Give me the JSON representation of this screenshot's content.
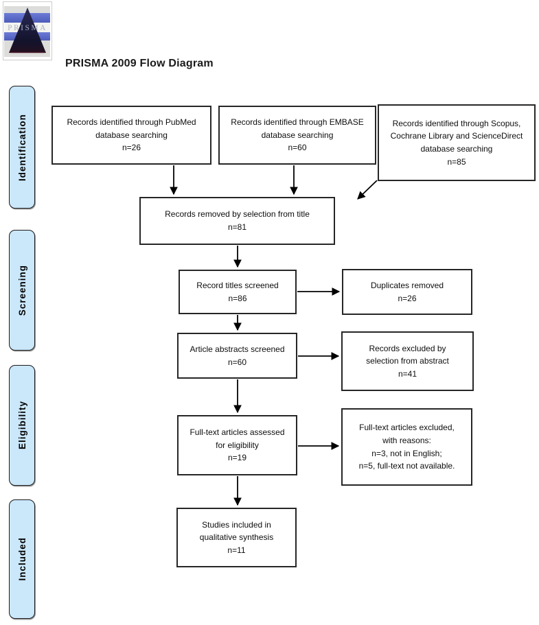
{
  "header": {
    "logo_label": "PRISMA",
    "title": "PRISMA 2009 Flow Diagram"
  },
  "sidebar": {
    "stages": [
      {
        "label": "Identification"
      },
      {
        "label": "Screening"
      },
      {
        "label": "Eligibility"
      },
      {
        "label": "Included"
      }
    ]
  },
  "flow": {
    "boxes": {
      "pubmed": "Records identified through PubMed\ndatabase searching\nn=26",
      "embase": "Records identified through EMBASE\ndatabase searching\nn=60",
      "scopus": "Records identified through Scopus,\nCochrane Library and ScienceDirect\ndatabase searching\nn=85",
      "removed_title": "Records removed by selection from title\nn=81",
      "titles_screened": "Record titles screened\nn=86",
      "duplicates": "Duplicates removed\nn=26",
      "abstracts_screened": "Article abstracts screened\nn=60",
      "excluded_abstract": "Records excluded by\nselection from abstract\nn=41",
      "fulltext_assessed": "Full-text articles assessed\nfor eligibility\nn=19",
      "fulltext_excluded": "Full-text articles excluded,\nwith reasons:\nn=3, not in English;\nn=5, full-text not available.",
      "included_studies": "Studies included in\nqualitative synthesis\nn=11"
    }
  },
  "colors": {
    "stage_fill": "#cbe7fa",
    "box_border": "#262626",
    "arrow": "#000000",
    "logo_blue": "#5b6bc8"
  }
}
